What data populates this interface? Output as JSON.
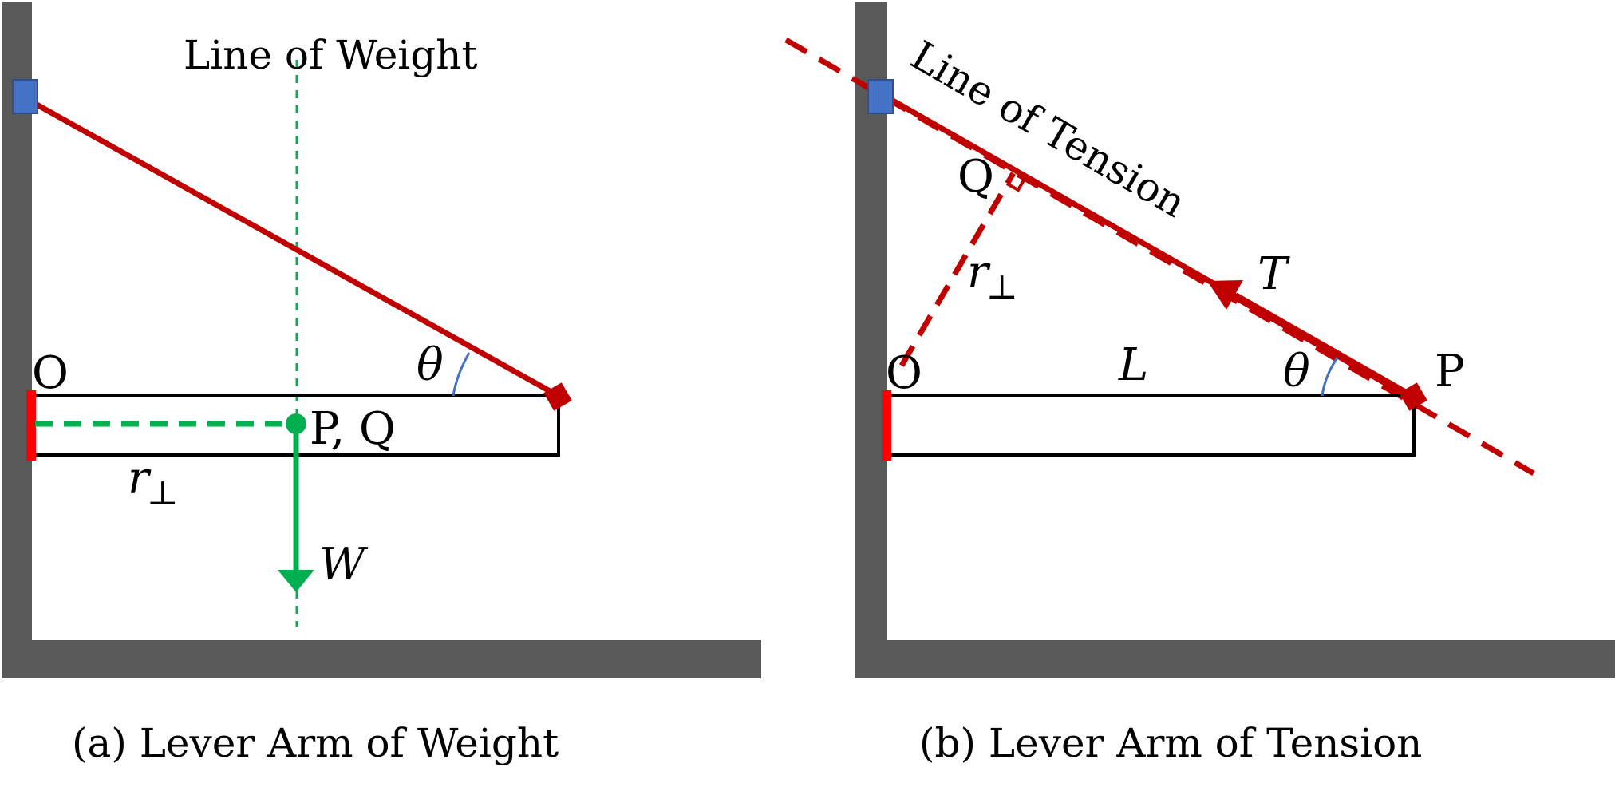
{
  "panel_a": {
    "caption": "(a) Lever Arm of Weight",
    "line_label": "Line of Weight",
    "pivot_label": "O",
    "point_label": "P, Q",
    "angle_label": "θ",
    "arm_label_r": "r",
    "arm_label_sub": "⊥",
    "force_label": "W"
  },
  "panel_b": {
    "caption": "(b) Lever Arm of Tension",
    "line_label": "Line of Tension",
    "pivot_label": "O",
    "point_p": "P",
    "point_q": "Q",
    "angle_label": "θ",
    "arm_label_r": "r",
    "arm_label_sub": "⊥",
    "length_label": "L",
    "force_label": "T"
  },
  "colors": {
    "wall": "#595959",
    "rope": "#C00000",
    "beam": "#000000",
    "hinge": "#FF0000",
    "anchor": "#4472C4",
    "weight": "#00B050",
    "angle_arc": "#4472C4"
  }
}
